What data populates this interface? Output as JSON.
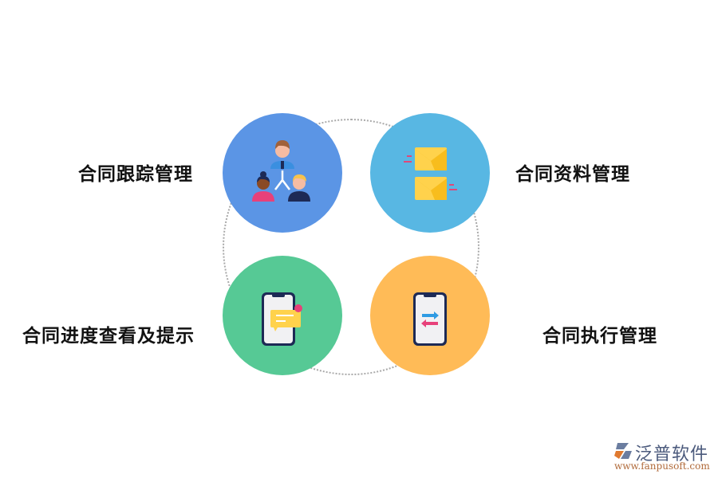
{
  "diagram": {
    "items": [
      {
        "label": "合同跟踪管理",
        "icon": "team-hierarchy-icon",
        "color": "#5b95e5"
      },
      {
        "label": "合同资料管理",
        "icon": "envelopes-icon",
        "color": "#58b7e3"
      },
      {
        "label": "合同进度查看及提示",
        "icon": "phone-message-icon",
        "color": "#56c995"
      },
      {
        "label": "合同执行管理",
        "icon": "phone-transfer-icon",
        "color": "#ffbb57"
      }
    ]
  },
  "watermark": {
    "brand": "泛普软件",
    "url": "www.fanpusoft.com"
  }
}
